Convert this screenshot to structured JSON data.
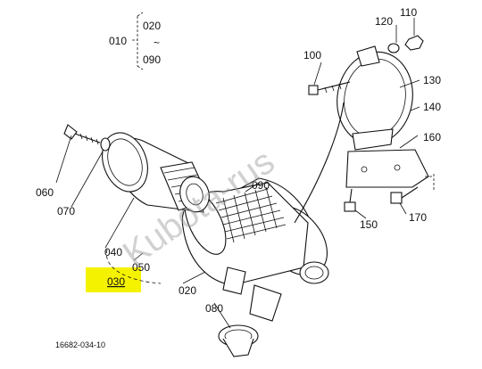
{
  "diagram": {
    "watermark": "Kubota-rus",
    "drawing_number": "16682-034-10",
    "highlight_color": "#f5f200",
    "group_ref": {
      "main": "010",
      "top": "020",
      "tilde": "~",
      "bottom": "090"
    },
    "parts": [
      {
        "id": "p100",
        "label": "100"
      },
      {
        "id": "p110",
        "label": "110"
      },
      {
        "id": "p120",
        "label": "120"
      },
      {
        "id": "p130",
        "label": "130"
      },
      {
        "id": "p140",
        "label": "140"
      },
      {
        "id": "p160",
        "label": "160"
      },
      {
        "id": "p150",
        "label": "150"
      },
      {
        "id": "p170",
        "label": "170"
      },
      {
        "id": "p060",
        "label": "060"
      },
      {
        "id": "p070",
        "label": "070"
      },
      {
        "id": "p090",
        "label": "090"
      },
      {
        "id": "p040",
        "label": "040"
      },
      {
        "id": "p050",
        "label": "050"
      },
      {
        "id": "p030",
        "label": "030"
      },
      {
        "id": "p020",
        "label": "020"
      },
      {
        "id": "p080",
        "label": "080"
      }
    ]
  }
}
